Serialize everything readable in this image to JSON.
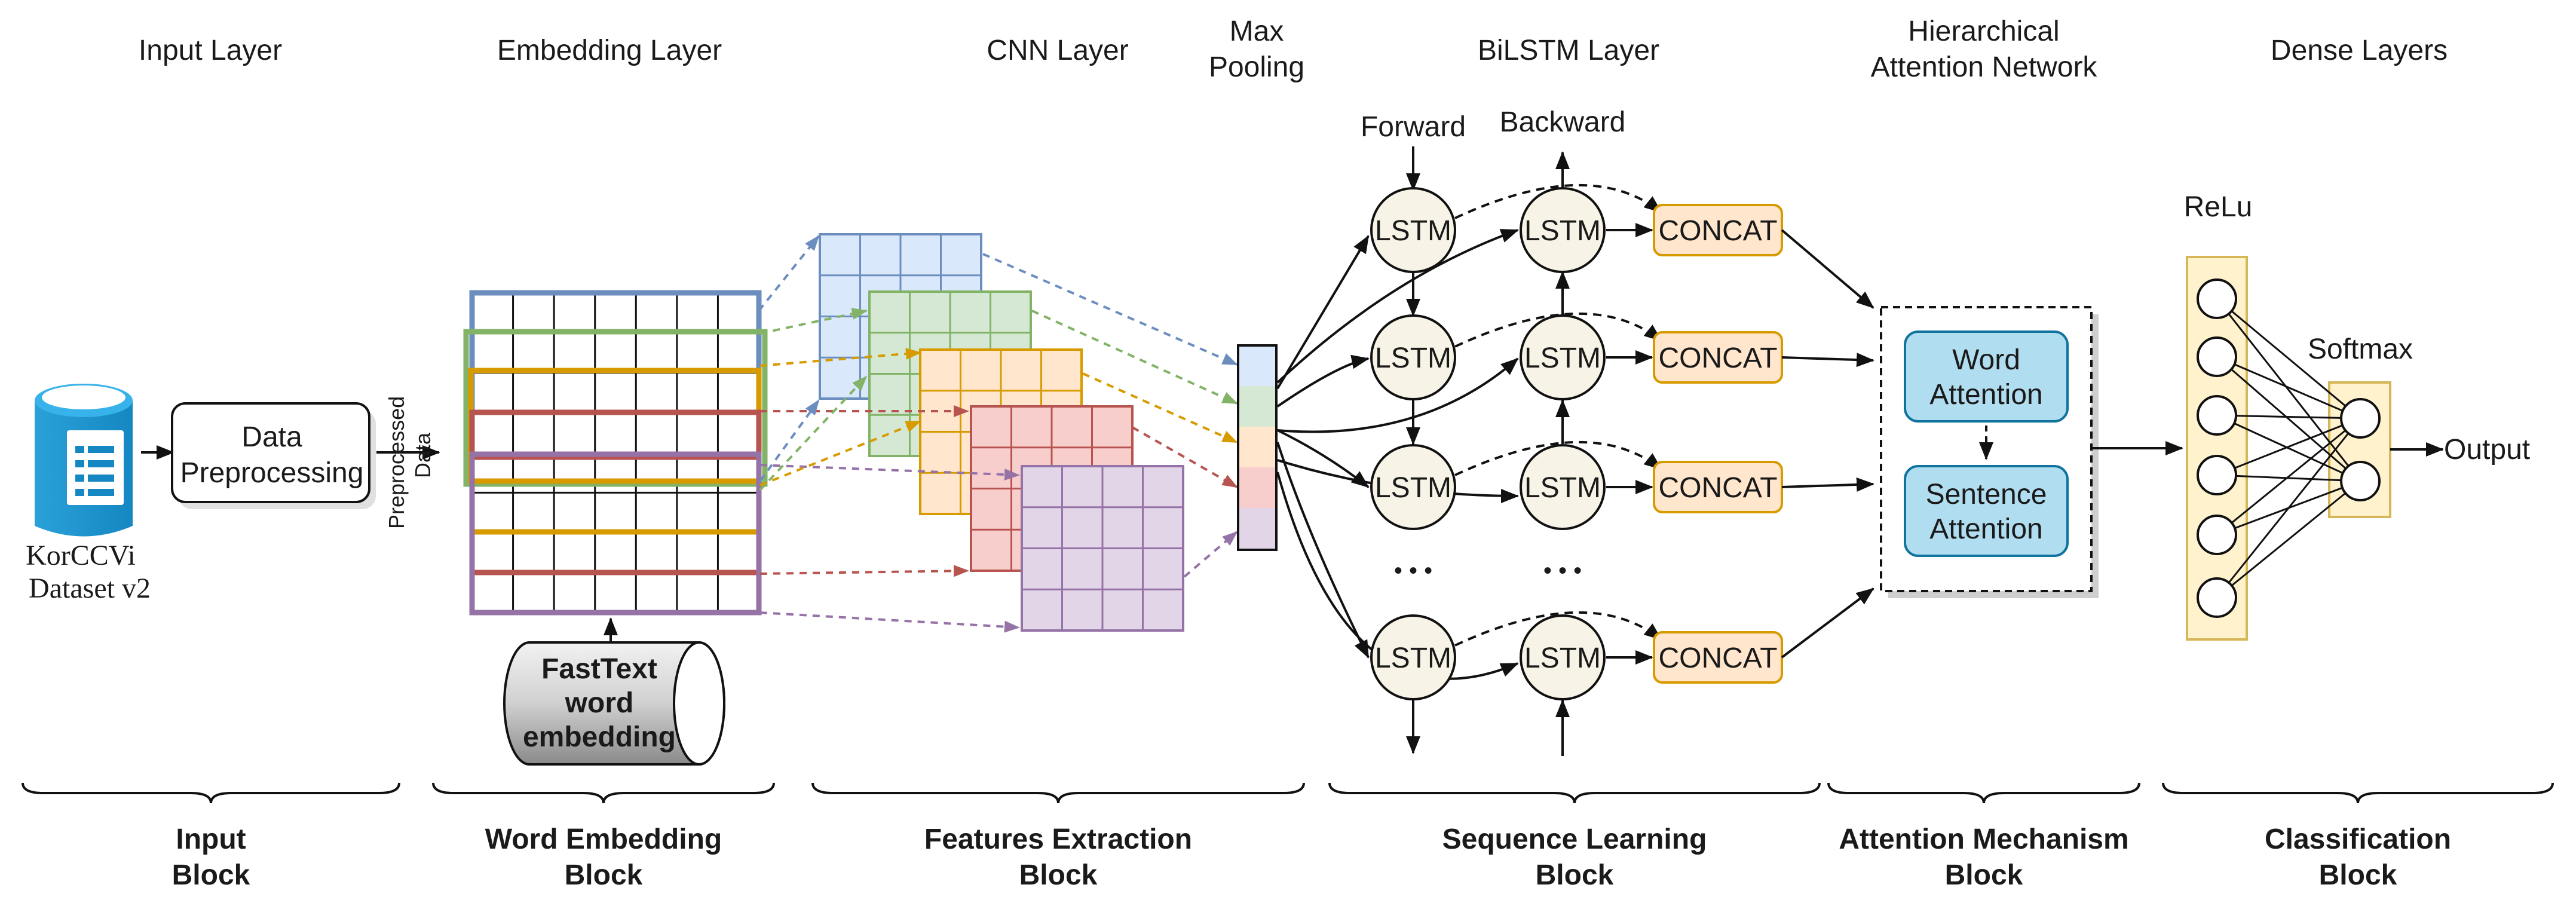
{
  "layers": {
    "input": "Input Layer",
    "embedding": "Embedding Layer",
    "cnn": "CNN Layer",
    "maxpool": [
      "Max",
      "Pooling"
    ],
    "bilstm": "BiLSTM Layer",
    "han": [
      "Hierarchical",
      "Attention Network"
    ],
    "dense": "Dense Layers"
  },
  "input_block": {
    "dataset": [
      "KorCCVi",
      "Dataset v2"
    ],
    "preprocessing": [
      "Data",
      "Preprocessing"
    ],
    "preprocessed": [
      "Preprocessed",
      "Data"
    ]
  },
  "embedding_block": {
    "fasttext": [
      "FastText",
      "word",
      "embedding"
    ]
  },
  "bilstm": {
    "forward": "Forward",
    "backward": "Backward",
    "lstm": "LSTM",
    "concat": "CONCAT",
    "dots": "• • •"
  },
  "attention": {
    "word": [
      "Word",
      "Attention"
    ],
    "sentence": [
      "Sentence",
      "Attention"
    ]
  },
  "dense": {
    "relu": "ReLu",
    "softmax": "Softmax",
    "output": "Output"
  },
  "blocks": [
    [
      "Input",
      "Block"
    ],
    [
      "Word Embedding",
      "Block"
    ],
    [
      "Features Extraction",
      "Block"
    ],
    [
      "Sequence Learning",
      "Block"
    ],
    [
      "Attention Mechanism",
      "Block"
    ],
    [
      "Classification",
      "Block"
    ]
  ],
  "colors": {
    "blue": "#6c8ebf",
    "blueFill": "#dae8fc",
    "green": "#82b366",
    "greenFill": "#d5e8d4",
    "orange": "#d79b00",
    "orangeFill": "#ffe6cc",
    "red": "#b85450",
    "redFill": "#f8cecc",
    "purple": "#9673a6",
    "purpleFill": "#e1d5e7",
    "lstmFill": "#f7f3e6",
    "concatFill": "#ffe6cc",
    "concatStroke": "#d79b00",
    "attnFill": "#b1ddf0",
    "attnStroke": "#10739e",
    "denseFill": "#fff2cc",
    "denseStroke": "#d6b656"
  }
}
